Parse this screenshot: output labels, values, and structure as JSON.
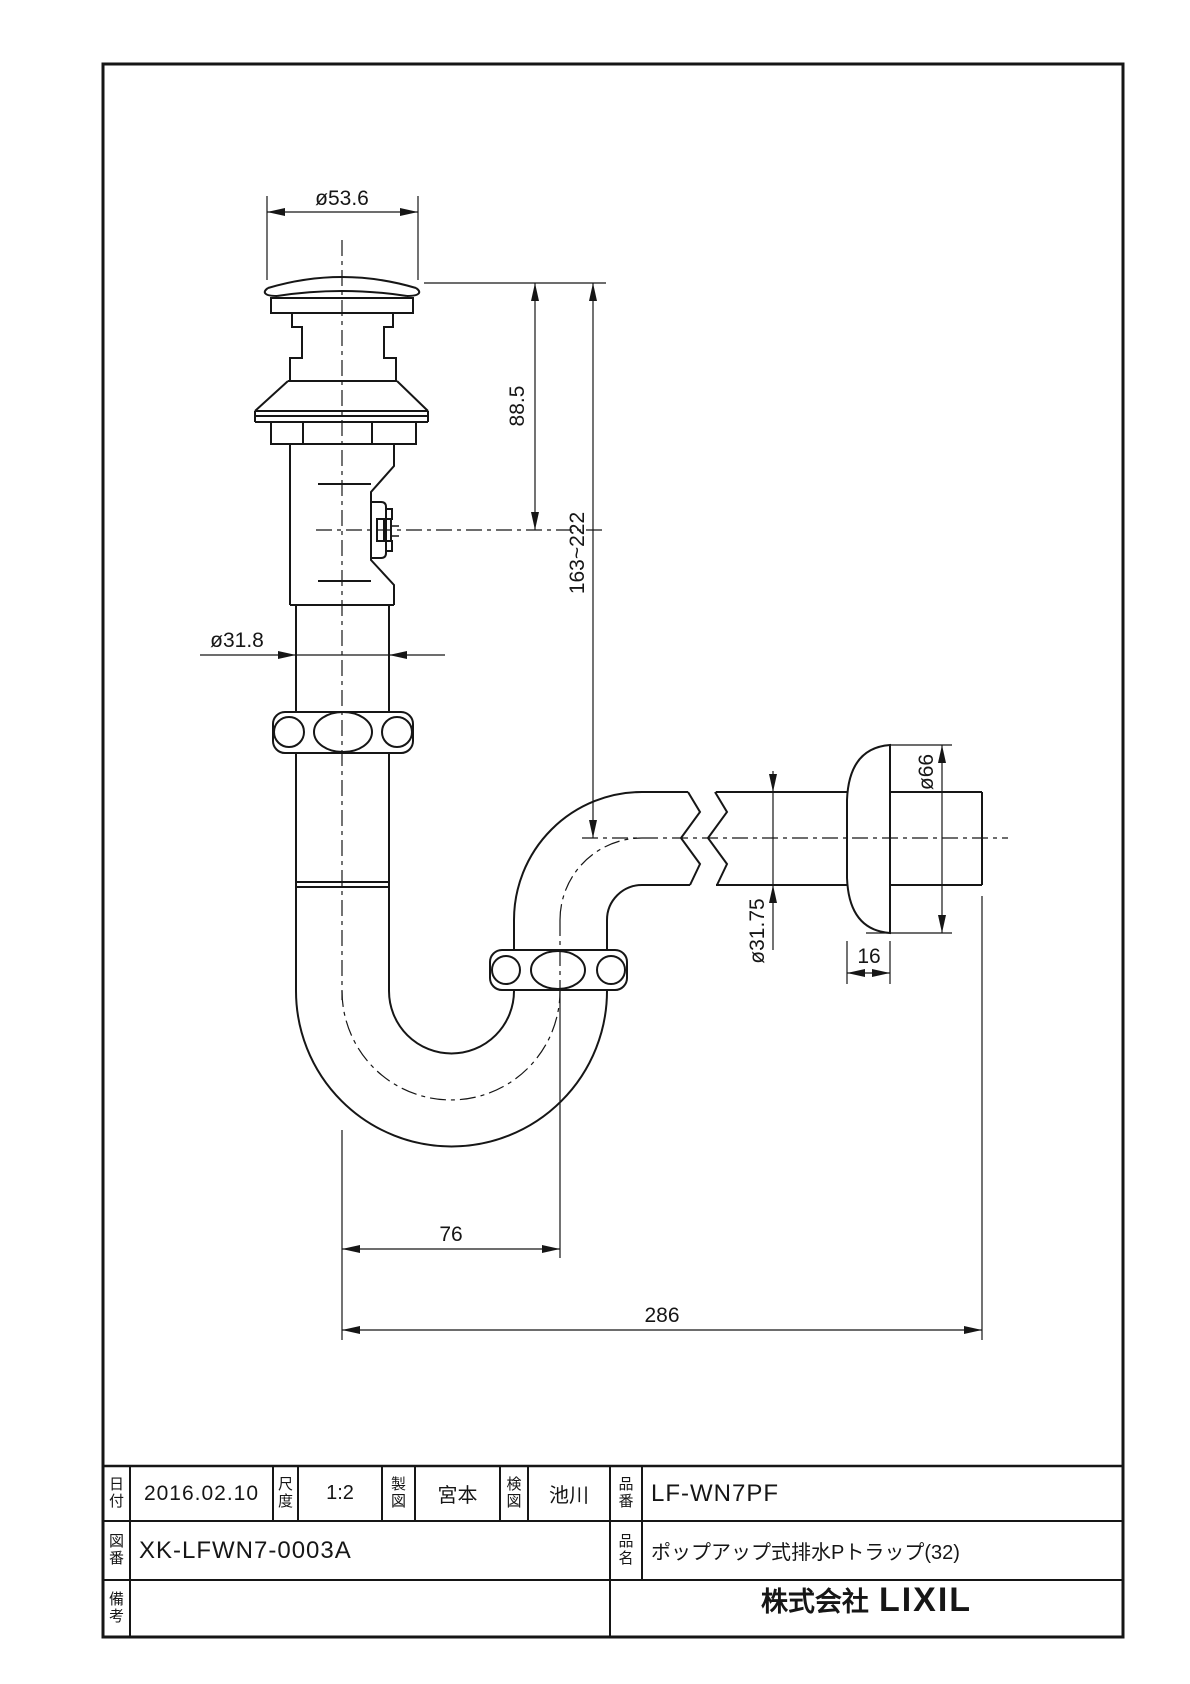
{
  "dimensions": {
    "cap_diameter": "ø53.6",
    "upper_height": "88.5",
    "height_range": "163~222",
    "inlet_diameter": "ø31.8",
    "outlet_diameter": "ø31.75",
    "flange_diameter": "ø66",
    "flange_depth": "16",
    "trap_pitch": "76",
    "overall_length": "286"
  },
  "title_block": {
    "date_label": "日付",
    "date_value": "2016.02.10",
    "scale_label": "尺度",
    "scale_value": "1:2",
    "drafter_label": "製図",
    "drafter_value": "宮本",
    "checker_label": "検図",
    "checker_value": "池川",
    "part_number_label": "品番",
    "part_number_value": "LF-WN7PF",
    "drawing_number_label": "図番",
    "drawing_number_value": "XK-LFWN7-0003A",
    "product_name_label": "品名",
    "product_name_value": "ポップアップ式排水Pトラップ(32)",
    "remarks_label": "備考",
    "remarks_value": "",
    "company_prefix": "株式会社",
    "company_name": "LIXIL"
  }
}
